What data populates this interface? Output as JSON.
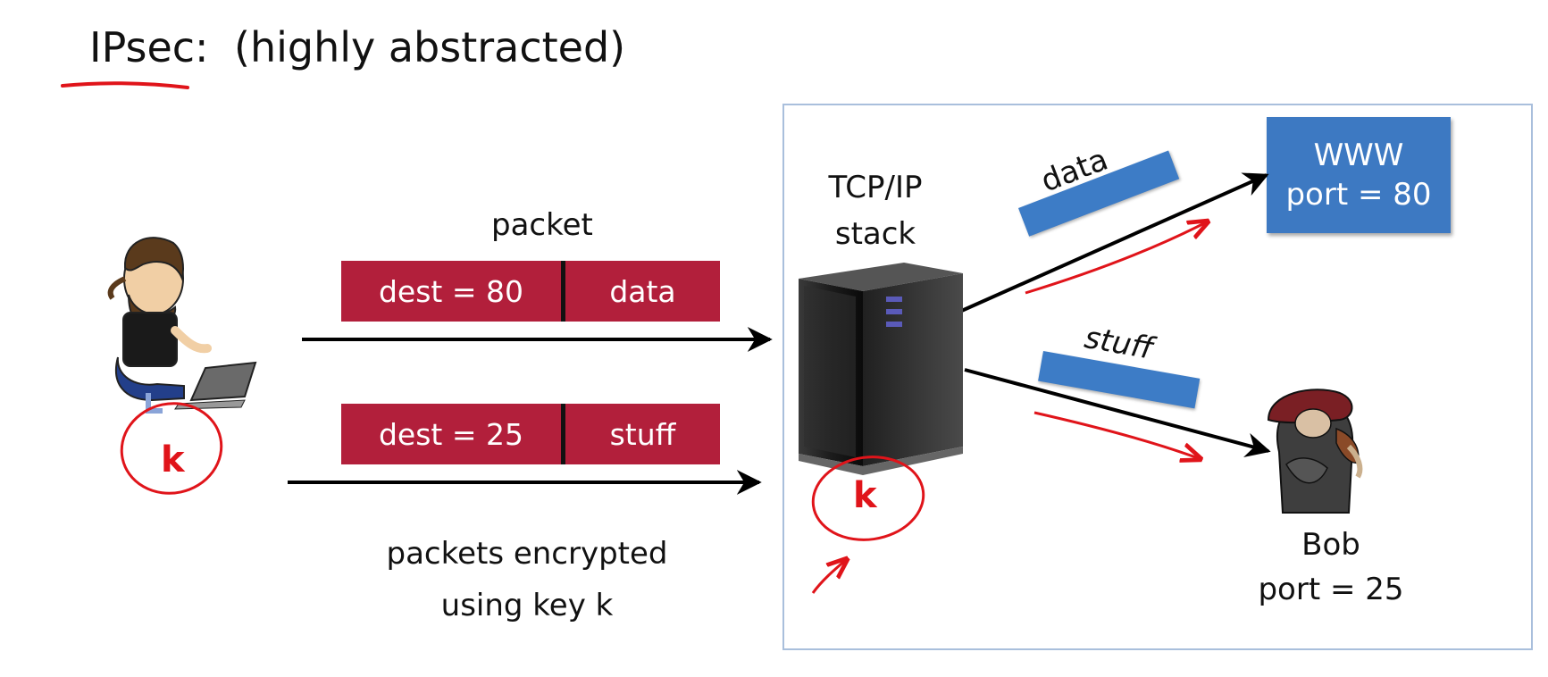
{
  "title": "IPsec:",
  "subtitle": "(highly abstracted)",
  "packet_label": "packet",
  "packets": [
    {
      "dest": "dest = 80",
      "payload": "data"
    },
    {
      "dest": "dest = 25",
      "payload": "stuff"
    }
  ],
  "caption_line1": "packets encrypted",
  "caption_line2": "using key k",
  "stack_label_line1": "TCP/IP",
  "stack_label_line2": "stack",
  "www_line1": "WWW",
  "www_line2": "port = 80",
  "data_label": "data",
  "stuff_label": "stuff",
  "bob_name": "Bob",
  "bob_port": "port = 25",
  "key_left": "k",
  "key_right": "k",
  "colors": {
    "packet": "#b21f3b",
    "blue": "#3d79c2",
    "annotation": "#e0141a",
    "frame": "#a9bfdc"
  }
}
